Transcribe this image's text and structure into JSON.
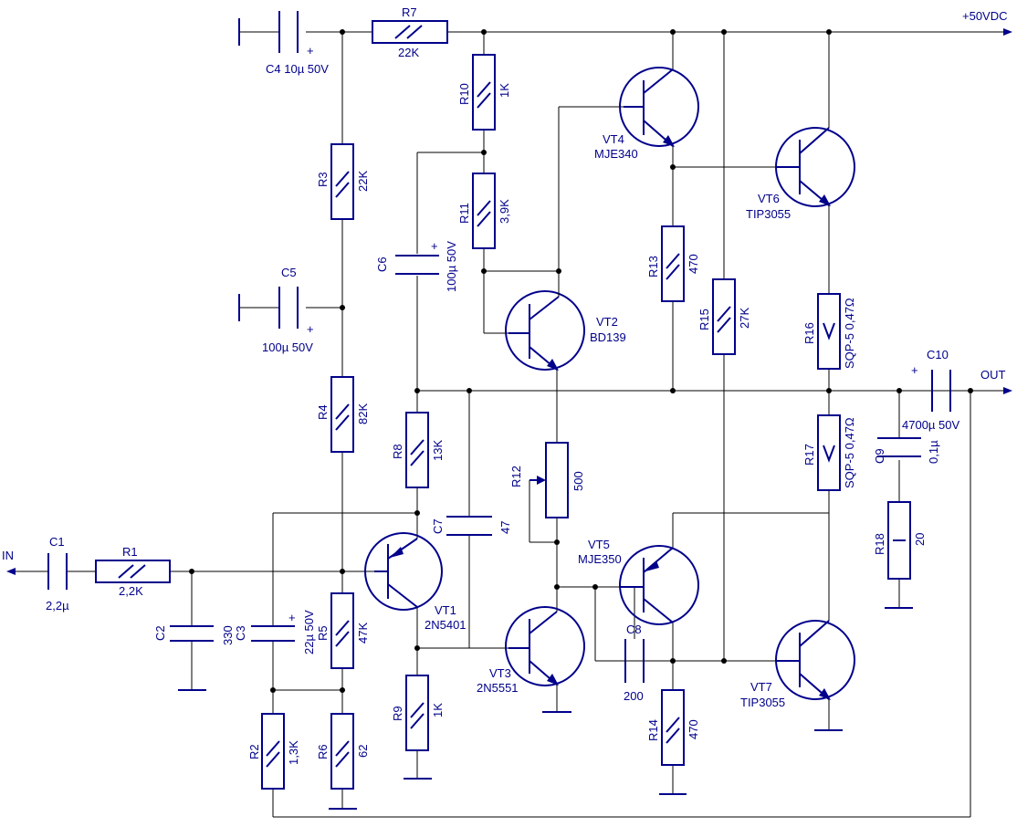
{
  "ports": {
    "input": "IN",
    "output": "OUT",
    "supply": "+50VDC"
  },
  "resistors": {
    "R1": {
      "name": "R1",
      "value": "2,2K"
    },
    "R2": {
      "name": "R2",
      "value": "1,3K"
    },
    "R3": {
      "name": "R3",
      "value": "22K"
    },
    "R4": {
      "name": "R4",
      "value": "82K"
    },
    "R5": {
      "name": "R5",
      "value": "47K"
    },
    "R6": {
      "name": "R6",
      "value": "62"
    },
    "R7": {
      "name": "R7",
      "value": "22K"
    },
    "R8": {
      "name": "R8",
      "value": "13K"
    },
    "R9": {
      "name": "R9",
      "value": "1K"
    },
    "R10": {
      "name": "R10",
      "value": "1K"
    },
    "R11": {
      "name": "R11",
      "value": "3,9K"
    },
    "R12": {
      "name": "R12",
      "value": "500"
    },
    "R13": {
      "name": "R13",
      "value": "470"
    },
    "R14": {
      "name": "R14",
      "value": "470"
    },
    "R15": {
      "name": "R15",
      "value": "27K"
    },
    "R16": {
      "name": "R16",
      "value": "SQP-5 0,47Ω"
    },
    "R17": {
      "name": "R17",
      "value": "SQP-5 0,47Ω"
    },
    "R18": {
      "name": "R18",
      "value": "20"
    }
  },
  "capacitors": {
    "C1": {
      "name": "C1",
      "value": "2,2µ"
    },
    "C2": {
      "name": "C2",
      "value": "330"
    },
    "C3": {
      "name": "C3",
      "value": "22µ 50V"
    },
    "C4": {
      "name": "C4 10µ 50V"
    },
    "C5": {
      "name": "C5",
      "value": "100µ 50V"
    },
    "C6": {
      "name": "C6",
      "value": "100µ 50V"
    },
    "C7": {
      "name": "C7",
      "value": "47"
    },
    "C8": {
      "name": "C8",
      "value": "200"
    },
    "C9": {
      "name": "C9",
      "value": "0,1µ"
    },
    "C10": {
      "name": "C10",
      "value": "4700µ 50V"
    }
  },
  "transistors": {
    "VT1": {
      "name": "VT1",
      "part": "2N5401"
    },
    "VT2": {
      "name": "VT2",
      "part": "BD139"
    },
    "VT3": {
      "name": "VT3",
      "part": "2N5551"
    },
    "VT4": {
      "name": "VT4",
      "part": "MJE340"
    },
    "VT5": {
      "name": "VT5",
      "part": "MJE350"
    },
    "VT6": {
      "name": "VT6",
      "part": "TIP3055"
    },
    "VT7": {
      "name": "VT7",
      "part": "TIP3055"
    }
  },
  "polarity": "+"
}
